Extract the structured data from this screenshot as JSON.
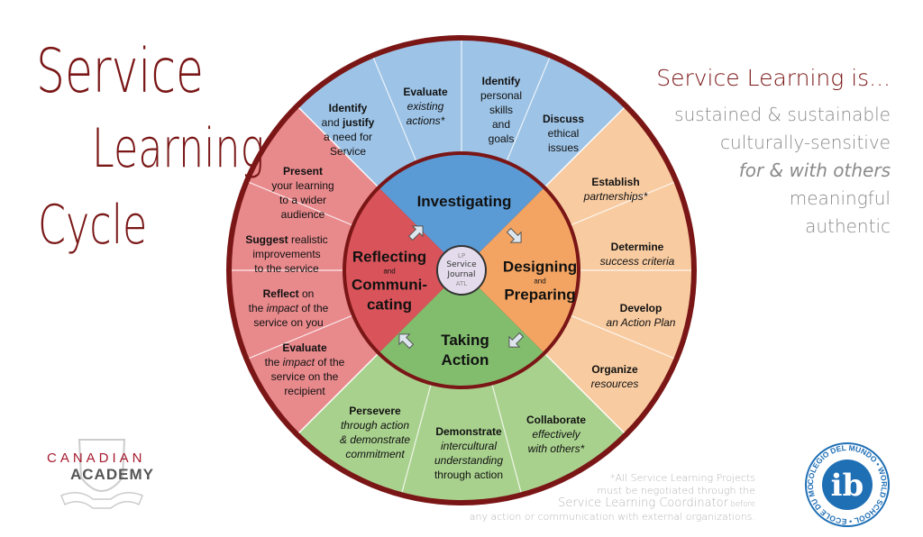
{
  "title": {
    "line1": "Service",
    "line2": "Learning",
    "line3": "Cycle"
  },
  "right_text": {
    "heading": "Service Learning is...",
    "lines": [
      "sustained & sustainable",
      "culturally-sensitive",
      "for & with others",
      "meaningful",
      "authentic"
    ]
  },
  "colors": {
    "border": "#7a1616",
    "blue_inner": "#5b9bd5",
    "blue_outer": "#9dc3e6",
    "orange_inner": "#f4a462",
    "orange_outer": "#f8cba1",
    "green_inner": "#82bd6e",
    "green_outer": "#a9d18e",
    "red_inner": "#d9545a",
    "red_outer": "#e8898c"
  },
  "stages": {
    "investigating": {
      "line1": "Investigating"
    },
    "designing": {
      "line1": "Designing",
      "and": "and",
      "line2": "Preparing"
    },
    "taking_action": {
      "line1": "Taking",
      "line2": "Action"
    },
    "reflecting": {
      "line1": "Reflecting",
      "and": "and",
      "line2": "Communi-",
      "line3": "cating"
    }
  },
  "center": {
    "top": "LP",
    "line1": "Service",
    "line2": "Journal",
    "bottom": "ATL"
  },
  "segments": [
    {
      "stage": "investigating",
      "lines": [
        [
          {
            "t": "Identify",
            "b": 1
          }
        ],
        [
          {
            "t": "and "
          },
          {
            "t": "justify",
            "b": 1
          }
        ],
        [
          {
            "t": "a need for"
          }
        ],
        [
          {
            "t": "Service"
          }
        ]
      ]
    },
    {
      "stage": "investigating",
      "lines": [
        [
          {
            "t": "Evaluate",
            "b": 1
          }
        ],
        [
          {
            "t": "existing",
            "i": 1
          }
        ],
        [
          {
            "t": "actions*",
            "i": 1
          }
        ]
      ]
    },
    {
      "stage": "investigating",
      "lines": [
        [
          {
            "t": "Identify",
            "b": 1
          }
        ],
        [
          {
            "t": "personal"
          }
        ],
        [
          {
            "t": "skills"
          }
        ],
        [
          {
            "t": "and"
          }
        ],
        [
          {
            "t": "goals"
          }
        ]
      ]
    },
    {
      "stage": "investigating",
      "lines": [
        [
          {
            "t": "Discuss",
            "b": 1
          }
        ],
        [
          {
            "t": "ethical"
          }
        ],
        [
          {
            "t": "issues"
          }
        ]
      ]
    },
    {
      "stage": "designing",
      "lines": [
        [
          {
            "t": "Establish",
            "b": 1
          }
        ],
        [
          {
            "t": "partnerships*",
            "i": 1
          }
        ]
      ]
    },
    {
      "stage": "designing",
      "lines": [
        [
          {
            "t": "Determine",
            "b": 1
          }
        ],
        [
          {
            "t": "success criteria",
            "i": 1
          }
        ]
      ]
    },
    {
      "stage": "designing",
      "lines": [
        [
          {
            "t": "Develop",
            "b": 1
          }
        ],
        [
          {
            "t": "an Action Plan",
            "i": 1
          }
        ]
      ]
    },
    {
      "stage": "designing",
      "lines": [
        [
          {
            "t": "Organize",
            "b": 1
          }
        ],
        [
          {
            "t": "resources",
            "i": 1
          }
        ]
      ]
    },
    {
      "stage": "taking_action",
      "lines": [
        [
          {
            "t": "Collaborate",
            "b": 1
          }
        ],
        [
          {
            "t": "effectively",
            "i": 1
          }
        ],
        [
          {
            "t": "with others*",
            "i": 1
          }
        ]
      ]
    },
    {
      "stage": "taking_action",
      "lines": [
        [
          {
            "t": "Demonstrate",
            "b": 1
          }
        ],
        [
          {
            "t": "intercultural",
            "i": 1
          }
        ],
        [
          {
            "t": "understanding",
            "i": 1
          }
        ],
        [
          {
            "t": "through action"
          }
        ]
      ]
    },
    {
      "stage": "taking_action",
      "lines": [
        [
          {
            "t": "Persevere",
            "b": 1
          }
        ],
        [
          {
            "t": "through action",
            "i": 1
          }
        ],
        [
          {
            "t": "& demonstrate",
            "i": 1
          }
        ],
        [
          {
            "t": "commitment",
            "i": 1
          }
        ]
      ]
    },
    {
      "stage": "reflecting",
      "lines": [
        [
          {
            "t": "Present",
            "b": 1
          }
        ],
        [
          {
            "t": "your learning"
          }
        ],
        [
          {
            "t": "to a wider"
          }
        ],
        [
          {
            "t": "audience"
          }
        ]
      ]
    },
    {
      "stage": "reflecting",
      "lines": [
        [
          {
            "t": "Suggest",
            "b": 1
          },
          {
            "t": " realistic"
          }
        ],
        [
          {
            "t": "improvements"
          }
        ],
        [
          {
            "t": "to the service"
          }
        ]
      ]
    },
    {
      "stage": "reflecting",
      "lines": [
        [
          {
            "t": "Reflect",
            "b": 1
          },
          {
            "t": " on"
          }
        ],
        [
          {
            "t": "the "
          },
          {
            "t": "impact",
            "i": 1
          },
          {
            "t": " of the"
          }
        ],
        [
          {
            "t": "service on you"
          }
        ]
      ]
    },
    {
      "stage": "reflecting",
      "lines": [
        [
          {
            "t": "Evaluate",
            "b": 1
          }
        ],
        [
          {
            "t": "the "
          },
          {
            "t": "impact",
            "i": 1
          },
          {
            "t": " of the"
          }
        ],
        [
          {
            "t": "service on the"
          }
        ],
        [
          {
            "t": "recipient"
          }
        ]
      ]
    }
  ],
  "footnote": {
    "line1": "*All Service Learning Projects",
    "line2": "must be negotiated through the",
    "line3a": "Service Learning Coordinator",
    "line3b": " before",
    "line4": "any action or communication with external organizations."
  },
  "logos": {
    "canadian_academy": {
      "line1": "CANADIAN",
      "line2": "ACADEMY"
    },
    "ib": {
      "letters": "ib",
      "ring": "COLEGIO DEL MUNDO • WORLD SCHOOL • ÉCOLE DU MONDE •"
    }
  }
}
